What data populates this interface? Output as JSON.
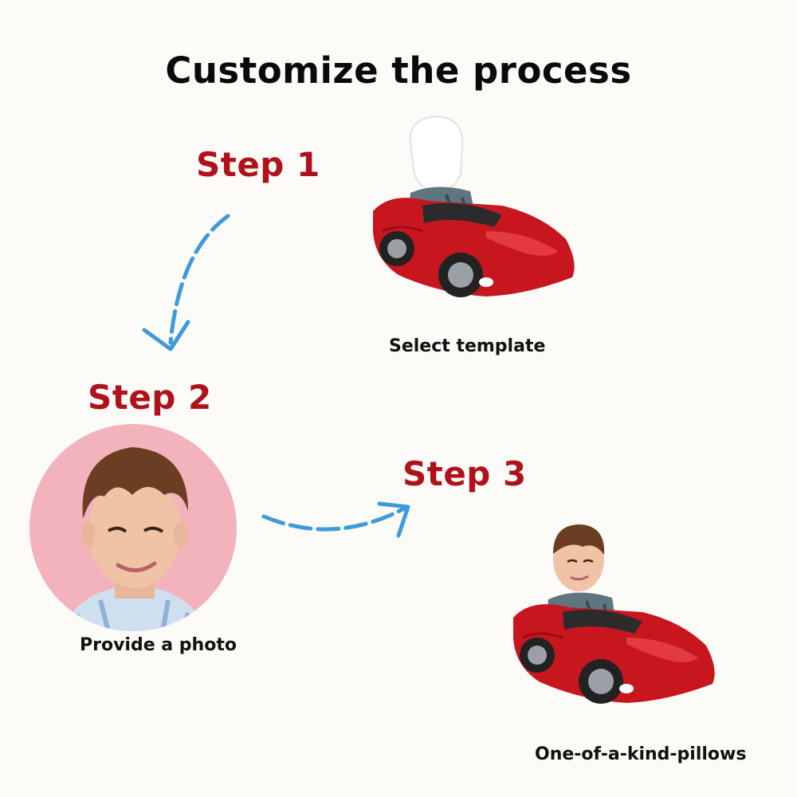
{
  "title": "Customize the process",
  "steps": {
    "step1": {
      "label": "Step 1",
      "caption": "Select template"
    },
    "step2": {
      "label": "Step 2",
      "caption": "Provide a photo"
    },
    "step3": {
      "label": "Step 3",
      "caption": "One-of-a-kind-pillows"
    }
  },
  "colors": {
    "step_label": "#b0121b",
    "arrow": "#3d9bd9",
    "car_body": "#c8161f",
    "photo_background": "#f3b3bd"
  },
  "icons": {
    "template": "car-with-blank-face-icon",
    "photo": "person-portrait-icon",
    "result": "car-with-face-icon",
    "arrow1": "curved-arrow-down-icon",
    "arrow2": "curved-arrow-right-icon"
  }
}
